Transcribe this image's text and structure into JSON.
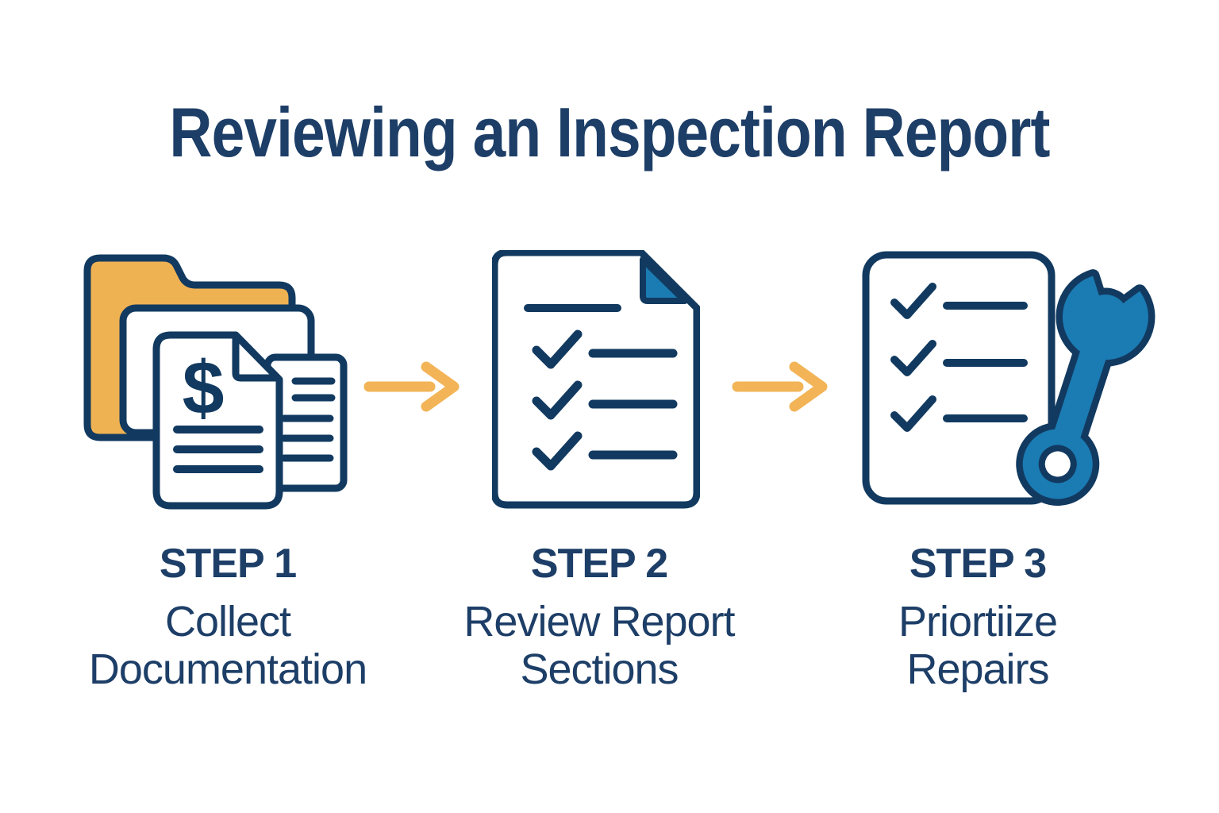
{
  "title": "Reviewing an Inspection Report",
  "steps": [
    {
      "label": "STEP 1",
      "description": "Collect\nDocumentation",
      "icon": "folder-documents-icon"
    },
    {
      "label": "STEP 2",
      "description": "Review Report\nSections",
      "icon": "checklist-document-icon"
    },
    {
      "label": "STEP 3",
      "description": "Priortiize\nRepairs",
      "icon": "checklist-wrench-icon"
    }
  ],
  "arrows": [
    {
      "icon": "right-arrow-icon"
    },
    {
      "icon": "right-arrow-icon"
    }
  ],
  "colors": {
    "navy_text": "#1D3E67",
    "outline": "#123A60",
    "folder_yellow": "#EFB253",
    "accent_blue": "#1B7BB3",
    "arrow_yellow": "#F2B456",
    "background": "#FFFFFF"
  }
}
